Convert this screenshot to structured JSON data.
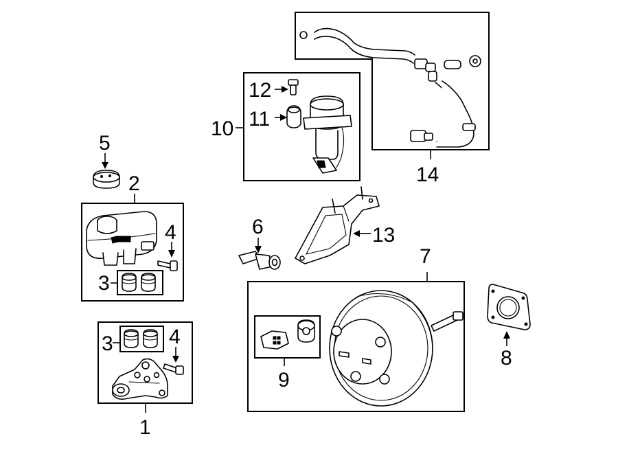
{
  "diagram": {
    "callouts": {
      "n1": "1",
      "n2": "2",
      "n3a": "3",
      "n3b": "3",
      "n4a": "4",
      "n4b": "4",
      "n5": "5",
      "n6": "6",
      "n7": "7",
      "n8": "8",
      "n9": "9",
      "n10": "10",
      "n11": "11",
      "n12": "12",
      "n13": "13",
      "n14": "14"
    }
  }
}
